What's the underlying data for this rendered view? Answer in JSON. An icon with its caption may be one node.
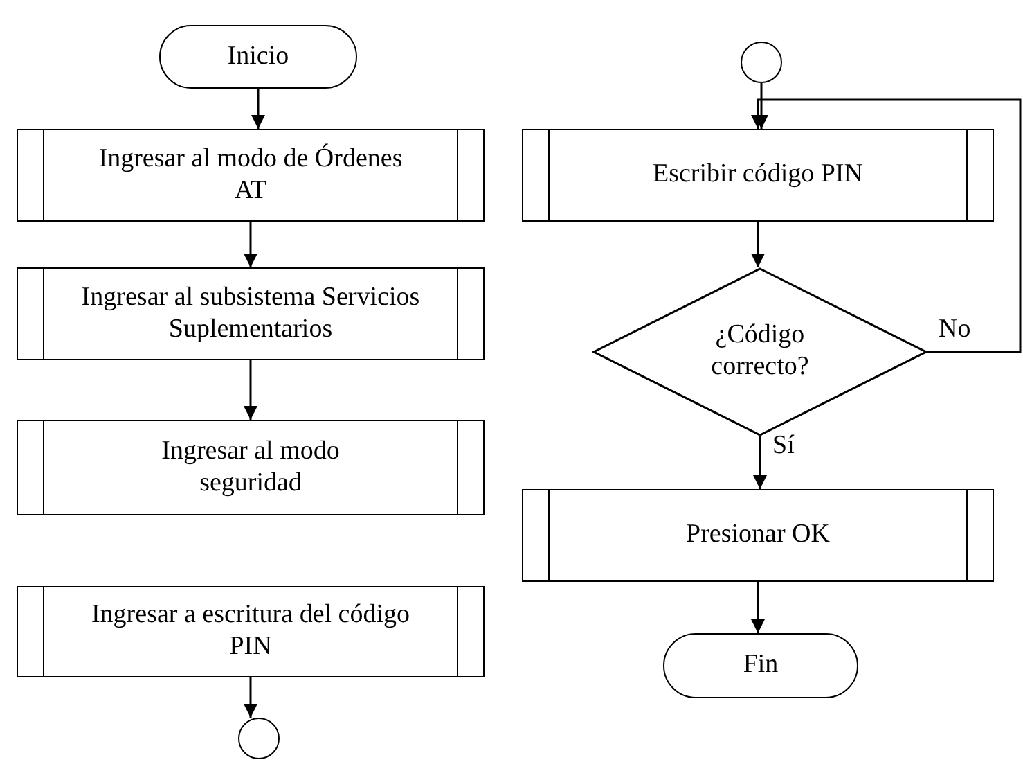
{
  "diagram": {
    "nodes": [
      {
        "text": [
          "Inicio"
        ]
      },
      {
        "text": [
          "Ingresar al modo de Órdenes AT"
        ]
      },
      {
        "text": [
          "Ingresar al subsistema Servicios Suplementarios"
        ]
      },
      {
        "text": [
          "Ingresar al modo seguridad"
        ]
      },
      {
        "text": [
          "Ingresar a escritura del código PIN"
        ]
      },
      {
        "text": [],
        "shape": "circle"
      },
      {
        "text": [],
        "shape": "circle"
      },
      {
        "text": [
          "Escribir código PIN"
        ]
      },
      {
        "text": [
          "¿Código correcto?"
        ]
      },
      {
        "text": [
          "Presionar OK"
        ]
      },
      {
        "text": [
          "Fin"
        ]
      }
    ],
    "edges": [
      {
        "from": 0,
        "to": 1,
        "arrow": "to"
      },
      {
        "from": 1,
        "to": 2,
        "arrow": "to"
      },
      {
        "from": 2,
        "to": 3,
        "arrow": "to"
      },
      {
        "from": 4,
        "to": 5,
        "arrow": "to"
      },
      {
        "from": 6,
        "to": 7,
        "arrow": "to"
      },
      {
        "from": 7,
        "to": 8,
        "arrow": "to"
      },
      {
        "from": 8,
        "to": 7,
        "arrow": "to",
        "label": "No"
      },
      {
        "from": 8,
        "to": 9,
        "arrow": "to",
        "label": "Sí"
      },
      {
        "from": 9,
        "to": 10,
        "arrow": "to"
      }
    ]
  }
}
